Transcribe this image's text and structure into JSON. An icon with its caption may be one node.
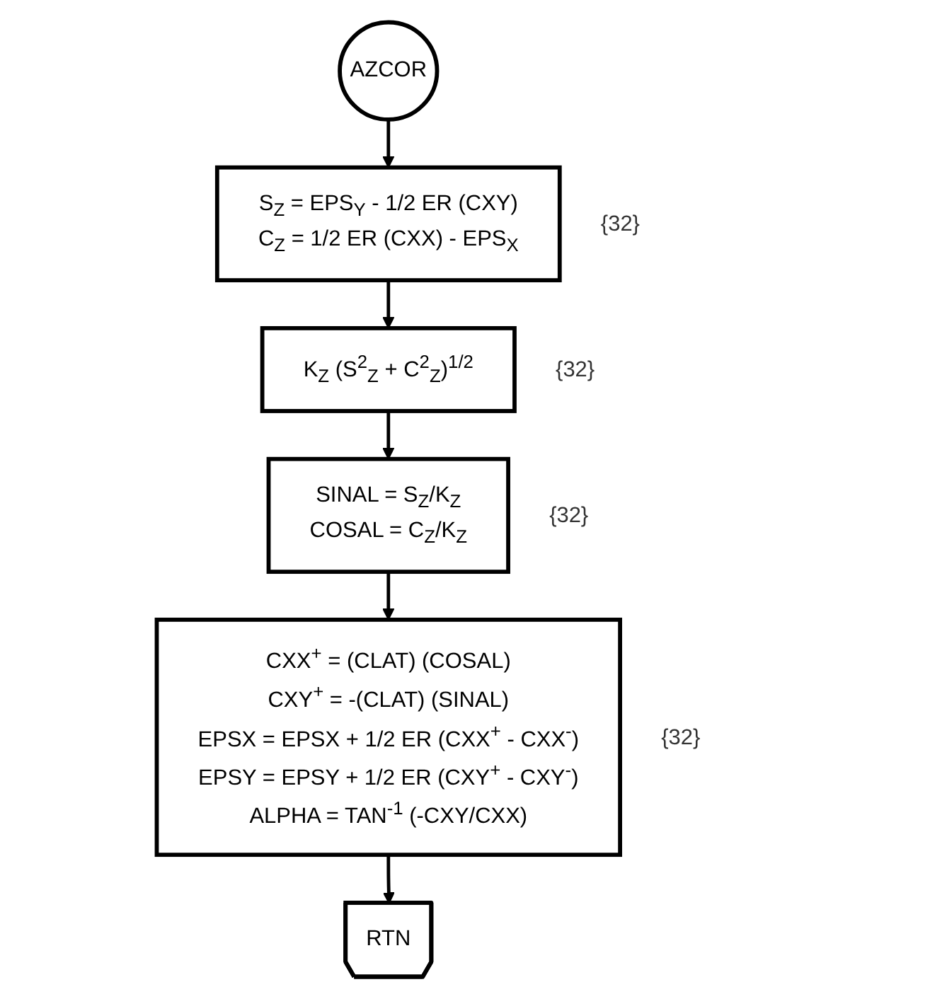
{
  "diagram": {
    "nodes": [
      {
        "text": [
          "AZCOR"
        ]
      },
      {
        "text": [
          "S$_{Z}$ = EPS$_{Y}$ - 1/2 ER (CXY)",
          "C$_{Z}$ = 1/2 ER (CXX) - EPS$_{X}$"
        ],
        "beside": [
          "{32}"
        ]
      },
      {
        "text": [
          "K$_{Z}$ (S$^{2}$$_{Z}$ + C$^{2}$$_{Z}$)$^{1/2}$"
        ],
        "beside": [
          "{32}"
        ]
      },
      {
        "text": [
          "SINAL = S$_{Z}$/K$_{Z}$",
          "COSAL = C$_{Z}$/K$_{Z}$"
        ],
        "beside": [
          "{32}"
        ]
      },
      {
        "text": [
          "CXX$^{+}$ = (CLAT) (COSAL)",
          "CXY$^{+}$ = -(CLAT) (SINAL)",
          "EPSX = EPSX + 1/2 ER (CXX$^{+}$ - CXX$^{-}$)",
          "EPSY = EPSY + 1/2 ER (CXY$^{+}$ - CXY$^{-}$)",
          "ALPHA = TAN$^{-1}$ (-CXY/CXX)"
        ],
        "beside": [
          "{32}"
        ]
      },
      {
        "text": [
          "RTN"
        ]
      }
    ],
    "edges": [
      {
        "from": 0,
        "to": 1,
        "arrow": "to"
      },
      {
        "from": 1,
        "to": 2,
        "arrow": "to"
      },
      {
        "from": 2,
        "to": 3,
        "arrow": "to"
      },
      {
        "from": 3,
        "to": 4,
        "arrow": "to"
      },
      {
        "from": 4,
        "to": 5,
        "arrow": "to"
      }
    ]
  }
}
